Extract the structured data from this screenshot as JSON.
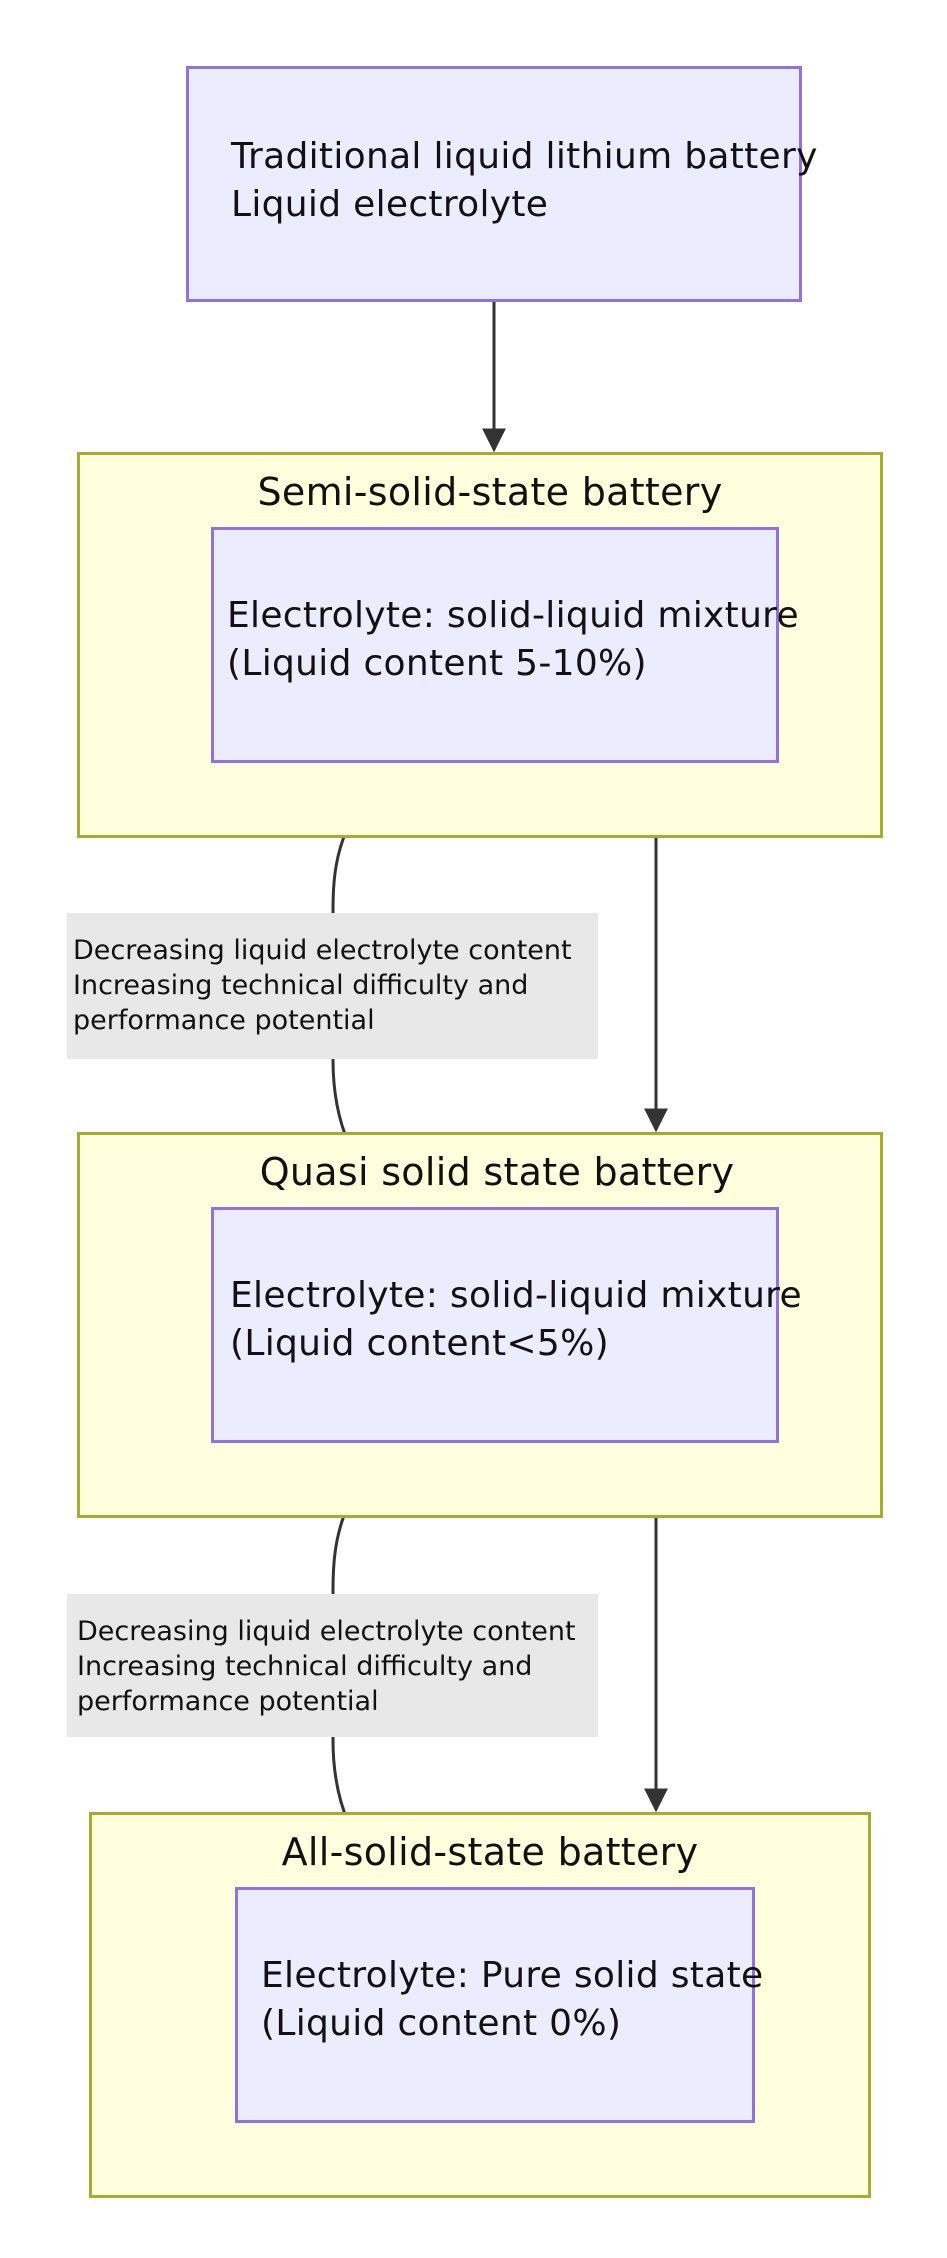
{
  "colors": {
    "node_fill": "#ececff",
    "node_border": "#9370db",
    "cluster_fill": "#ffffde",
    "cluster_border": "#aaaa33",
    "edge": "#333333",
    "edge_label_bg": "#e8e8e8"
  },
  "top_node": {
    "lines": [
      "Traditional liquid lithium battery",
      "Liquid electrolyte"
    ]
  },
  "clusters": [
    {
      "title": "Semi-solid-state battery",
      "node": {
        "lines": [
          "Electrolyte: solid-liquid mixture",
          "(Liquid content 5-10%)"
        ]
      }
    },
    {
      "title": "Quasi solid state battery",
      "node": {
        "lines": [
          "Electrolyte: solid-liquid mixture",
          "(Liquid content<5%)"
        ]
      }
    },
    {
      "title": "All-solid-state battery",
      "node": {
        "lines": [
          "Electrolyte: Pure solid state",
          "(Liquid content 0%)"
        ]
      }
    }
  ],
  "edge_labels": [
    {
      "lines": [
        "Decreasing liquid electrolyte content",
        "Increasing technical difficulty and",
        "performance potential"
      ]
    },
    {
      "lines": [
        "Decreasing liquid electrolyte content",
        "Increasing technical difficulty and",
        "performance potential"
      ]
    }
  ]
}
